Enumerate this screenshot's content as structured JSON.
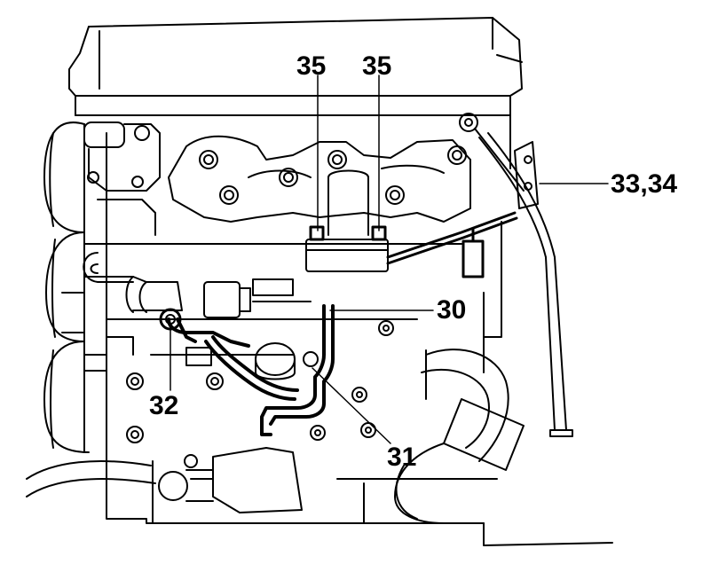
{
  "diagram": {
    "callouts": [
      {
        "id": "35a",
        "label": "35"
      },
      {
        "id": "35b",
        "label": "35"
      },
      {
        "id": "3334",
        "label": "33,34"
      },
      {
        "id": "30",
        "label": "30"
      },
      {
        "id": "32",
        "label": "32"
      },
      {
        "id": "31",
        "label": "31"
      }
    ]
  }
}
